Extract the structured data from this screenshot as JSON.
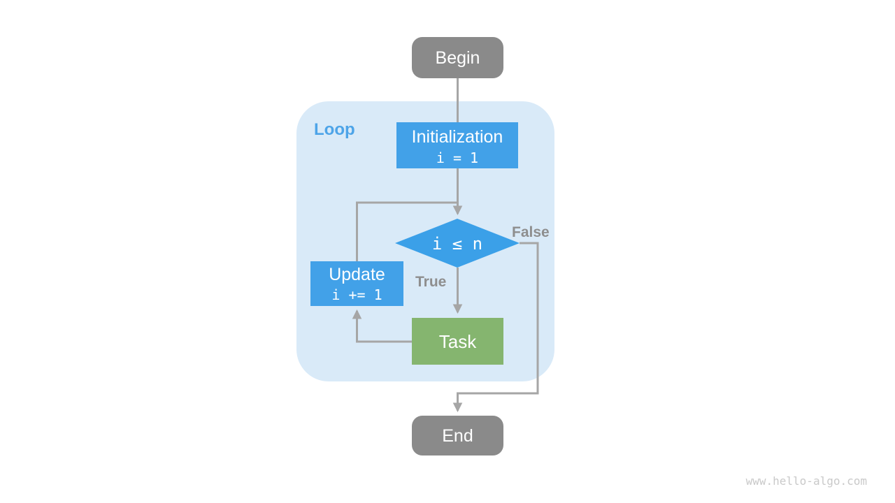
{
  "page": {
    "watermark": "www.hello-algo.com"
  },
  "colors": {
    "terminal_gray": "#8a8a8a",
    "process_blue": "#42a1e8",
    "decision_blue": "#3ba0e8",
    "task_green": "#85b56f",
    "loop_container_bg": "#d9eaf8",
    "loop_label_blue": "#4da4e8",
    "arrow_gray": "#a6a6a6",
    "edge_label_gray": "#8e8e8e",
    "watermark_gray": "#c9c9c9",
    "node_text_white": "#ffffff"
  },
  "diagram": {
    "loop_container_label": "Loop",
    "nodes": {
      "begin": {
        "label": "Begin",
        "type": "terminal"
      },
      "initialization": {
        "label": "Initialization",
        "code": "i = 1",
        "type": "process"
      },
      "condition": {
        "label": "i ≤ n",
        "type": "decision"
      },
      "update": {
        "label": "Update",
        "code": "i += 1",
        "type": "process"
      },
      "task": {
        "label": "Task",
        "type": "process"
      },
      "end": {
        "label": "End",
        "type": "terminal"
      }
    },
    "edge_labels": {
      "true_branch": "True",
      "false_branch": "False"
    }
  }
}
